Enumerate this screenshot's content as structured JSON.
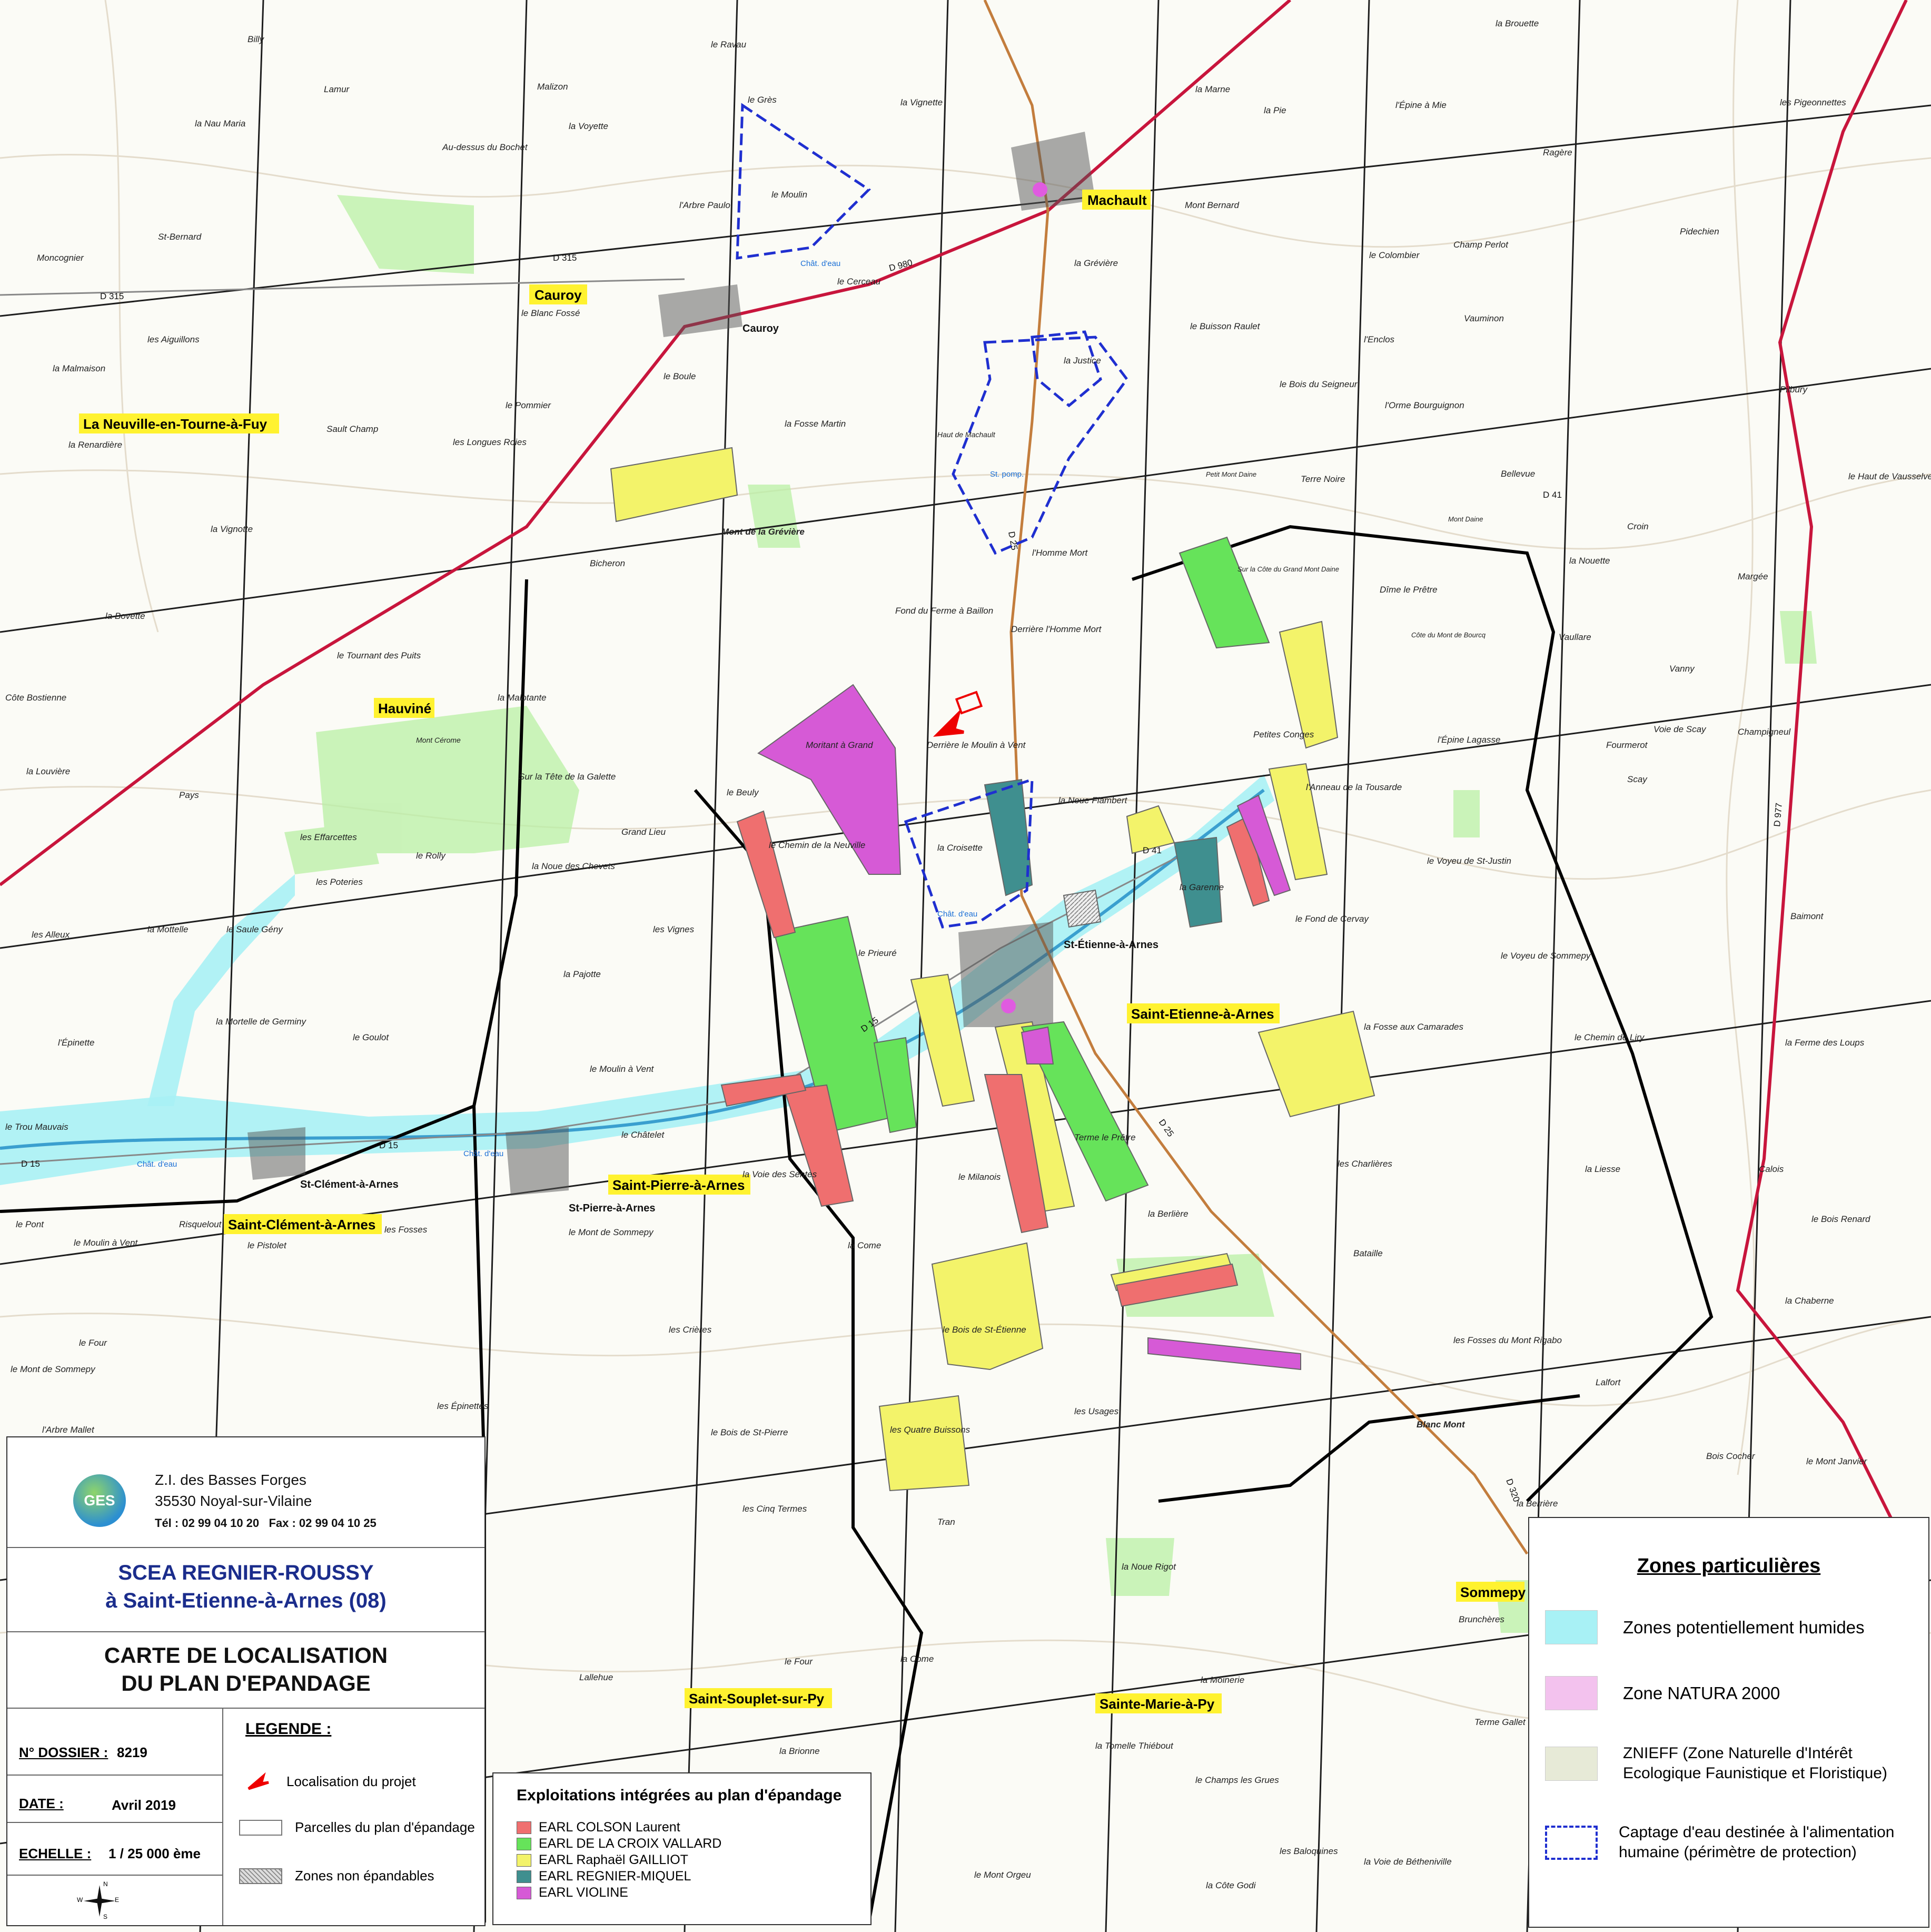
{
  "communes": [
    {
      "id": "machault",
      "label": "Machault"
    },
    {
      "id": "cauroy",
      "label": "Cauroy"
    },
    {
      "id": "neuville",
      "label": "La Neuville-en-Tourne-à-Fuy"
    },
    {
      "id": "hauvine",
      "label": "Hauviné"
    },
    {
      "id": "st-etienne",
      "label": "Saint-Etienne-à-Arnes"
    },
    {
      "id": "st-pierre",
      "label": "Saint-Pierre-à-Arnes"
    },
    {
      "id": "st-clement",
      "label": "Saint-Clément-à-Arnes"
    },
    {
      "id": "st-souplet",
      "label": "Saint-Souplet-sur-Py"
    },
    {
      "id": "ste-marie",
      "label": "Sainte-Marie-à-Py"
    },
    {
      "id": "sommepy",
      "label": "Sommepy"
    }
  ],
  "villages": {
    "cauroy": "Cauroy",
    "st_etienne": "St-Étienne-à-Arnes",
    "st_pierre": "St-Pierre-à-Arnes",
    "st_clement": "St-Clément-à-Arnes"
  },
  "places": {
    "derriere_moulin": "Derrière le Moulin à Vent",
    "le_prieure": "le Prieuré",
    "mont_greviere": "Mont de la Grévière",
    "le_moulin": "le Moulin",
    "la_vignette": "la Vignette",
    "la_justice": "la Justice",
    "homme_mort": "l'Homme Mort",
    "la_croisette": "la Croisette",
    "bois_st_etienne": "le Bois de St-Étienne",
    "quatre_buissons": "les Quatre Buissons",
    "terme_pretre": "Terme le Prêtre",
    "le_milanois": "le Milanois",
    "la_berlière": "la Berlière",
    "fosse_camarades": "la Fosse aux Camarades",
    "petites_conges": "Petites Conges",
    "anneau_tousarde": "l'Anneau de la Tousarde",
    "la_garenne": "la Garenne",
    "fond_cervay": "le Fond de Cervay",
    "moritant": "Moritant à Grand",
    "chemin_neuville": "le Chemin de la Neuville",
    "le_beuly": "le Beuly",
    "bicheron": "Bicheron",
    "grand_lieu": "Grand Lieu",
    "les_vignes": "les Vignes",
    "la_pajotte": "la Pajotte",
    "le_goulot": "le Goulot",
    "le_rolly": "le Rolly",
    "la_malotante": "la Malotante",
    "le_pommier": "le Pommier",
    "la_fosse_martin": "la Fosse Martin",
    "le_boule": "le Boule",
    "vauminon": "Vauminon",
    "champ_perlot": "Champ Perlot",
    "le_colombier": "le Colombier",
    "vanny": "Vanny",
    "vaullare": "Vaullare",
    "croin": "Croin",
    "calois": "Calois",
    "lafort": "Lalfort",
    "bataille": "Bataille",
    "les_charlieres": "les Charlières",
    "tran": "Tran",
    "la_come": "la Come",
    "le_four": "le Four",
    "la_moinerie": "la Moinerie",
    "la_noue_rigot": "la Noue Rigot",
    "bruncheres": "Brunchères",
    "terme_gallet": "Terme Gallet",
    "blanc_mont": "Blanc Mont",
    "la_berriere": "la Berrière",
    "le_pont": "le Pont",
    "pays": "Pays",
    "les_aiguillons": "les Aiguillons",
    "la_vignotte": "la Vignotte",
    "la_bovette": "la Bovette",
    "st_bernard": "St-Bernard",
    "moncognier": "Moncognier",
    "la_voyette": "la Voyette",
    "larbre_paulo": "l'Arbre Paulo",
    "le_cerceau": "le Cerceau",
    "le_blanc_fosse": "le Blanc Fossé",
    "les_epinettes": "les Épinettes",
    "les_crieres": "les Crières",
    "les_usages": "les Usages",
    "la_liesse": "la Liesse",
    "pidechien": "Pidechien",
    "lepine_lagasse": "l'Épine Lagasse",
    "champigneul": "Champigneul",
    "voie_de_scay": "Voie de Scay",
    "dime_le_pretre": "Dîme le Prêtre",
    "noue_flambert": "la Noue Flambert",
    "voyeu_st_justin": "le Voyeu de St-Justin",
    "voyeu_sommepy": "le Voyeu de Sommepy",
    "chemin_liry": "le Chemin de Liry",
    "lallonne": "Lallehue",
    "la_brionne": "la Brionne",
    "tomelle": "la Tomelle Thiébout",
    "champs_grues": "le Champs les Grues",
    "les_baloquines": "les Baloquines",
    "mont_orgeu": "le Mont Orgeu",
    "cote_godi": "la Côte Godi",
    "la_voie_bethenville": "la Voie de Bétheniville",
    "les_cinq_termes": "les Cinq Termes",
    "bois_st_pierre": "le Bois de St-Pierre",
    "mont_sommepy": "le Mont de Sommepy",
    "voie_sentes": "la Voie des Sentes",
    "le_moulin_vent": "le Moulin à Vent",
    "saule_geny": "le Saule Gény",
    "les_poteries": "les Poteries",
    "la_mortelle": "la Mortelle de Germiny",
    "la_mottelle": "la Mottelle",
    "les_alleux": "les Alleux",
    "lepinette": "l'Épinette",
    "le_trou_mauvais": "le Trou Mauvais",
    "risquelout": "Risquelout",
    "le_pistolet": "le Pistolet",
    "les_fosses": "les Fosses",
    "le_four_w": "le Four",
    "mont_de_sommepy_w": "le Mont de Sommepy",
    "larbre_mallet": "l'Arbre Mallet",
    "la_noue_des_chevets": "la Noue des Chevets",
    "le_moulin_a_vent_w": "le Moulin à Vent",
    "la_malmaison": "la Malmaison",
    "la_renardiere": "la Renardière",
    "sault_champ": "Sault Champ",
    "longues_roies": "les Longues Roies",
    "lamur": "Lamur",
    "malizon": "Malizon",
    "billy": "Billy",
    "nau_maria": "la Nau Maria",
    "au_dessus_bochet": "Au-dessus du Bochet",
    "le_ravau": "le Ravau",
    "le_gres": "le Grès",
    "la_marne": "la Marne",
    "la_pie": "la Pie",
    "lepine_a_mie": "l'Épine à Mie",
    "ragere": "Ragère",
    "la_brouette": "la Brouette",
    "les_pigeonnettes": "les Pigeonnettes",
    "mont_bernard": "Mont Bernard",
    "la_greviere": "la Grévière",
    "le_buisson_raulet": "le Buisson Raulet",
    "lenclos": "l'Enclos",
    "bois_du_seigneur": "le Bois du Seigneur",
    "lorme_bourguignon": "l'Orme Bourguignon",
    "terre_noire": "Terre Noire",
    "bellevue": "Bellevue",
    "la_nouette": "la Nouette",
    "margee": "Margée",
    "pilbury": "Pilbury",
    "le_haut_vausselve": "le Haut de Vausselve",
    "fourmerot": "Fourmerot",
    "scay": "Scay",
    "baimont": "Baimont",
    "la_ferme_loups": "la Ferme des Loups",
    "le_bois_renard": "le Bois Renard",
    "la_chaberne": "la Chaberne",
    "bois_cocher": "Bois Cocher",
    "le_mont_janvier": "le Mont Janvier",
    "fosses_mont_rigabo": "les Fosses du Mont Rigabo",
    "haut_machault": "Haut de Machault",
    "fond_ferme_baillon": "Fond du Ferme à Baillon",
    "derriere_homme_mort": "Derrière l'Homme Mort",
    "sur_la_cote_grand_mont_daine": "Sur la Côte du Grand Mont Daine",
    "petit_mont_daine": "Petit Mont Daine",
    "mont_daine": "Mont Daine",
    "cote_mont_bourcq": "Côte du Mont de Bourcq",
    "mont_cerome": "Mont Cérome",
    "sur_la_tete_galette": "Sur la Tête de la Galette",
    "les_effarcettes": "les Effarcettes",
    "le_tournant_puits": "le Tournant des Puits",
    "cote_bostienne": "Côte Bostienne",
    "la_louviere": "la Louvière",
    "la_come_2": "la Come",
    "le_chatelet": "le Châtelet"
  },
  "roads": {
    "d980": "D 980",
    "d315": "D 315",
    "d15": "D 15",
    "d41": "D 41",
    "d25": "D 25",
    "d977": "D 977",
    "d320": "D 320"
  },
  "water": {
    "chateau_eau": "Chât. d'eau",
    "st_pomp": "St. pomp."
  },
  "info": {
    "company_line1": "Z.I. des Basses Forges",
    "company_line2": "35530 Noyal-sur-Vilaine",
    "contact": "Tél : 02 99 04 10 20   Fax : 02 99 04 10 25",
    "logo_text": "GES",
    "client_line1": "SCEA REGNIER-ROUSSY",
    "client_line2": "à Saint-Etienne-à-Arnes (08)",
    "map_title_1": "CARTE DE LOCALISATION",
    "map_title_2": "DU PLAN D'EPANDAGE",
    "dossier_label": "N° DOSSIER :",
    "dossier_value": "8219",
    "date_label": "DATE :",
    "date_value": "Avril 2019",
    "scale_label": "ECHELLE :",
    "scale_value": "1 / 25 000 ème",
    "compass_n": "N",
    "compass_s": "S",
    "compass_e": "E",
    "compass_w": "W"
  },
  "legend": {
    "title": "LEGENDE :",
    "items": [
      {
        "label": "Localisation du projet"
      },
      {
        "label": "Parcelles du plan d'épandage"
      },
      {
        "label": "Zones non épandables"
      }
    ]
  },
  "exploitations": {
    "title": "Exploitations intégrées au plan d'épandage",
    "items": [
      {
        "label": "EARL COLSON Laurent",
        "color": "#ef6f6f"
      },
      {
        "label": "EARL DE LA CROIX VALLARD",
        "color": "#66e35a"
      },
      {
        "label": "EARL Raphaël GAILLIOT",
        "color": "#f3f36a"
      },
      {
        "label": "EARL REGNIER-MIQUEL",
        "color": "#3f8f8f"
      },
      {
        "label": "EARL VIOLINE",
        "color": "#d65ad6"
      }
    ]
  },
  "zones": {
    "title": "Zones particulières",
    "items": [
      {
        "label": "Zones potentiellement humides",
        "color": "#a8f1f5"
      },
      {
        "label": "Zone NATURA 2000",
        "color": "#f3c2ee"
      },
      {
        "label": "ZNIEFF (Zone Naturelle d'Intérêt",
        "label2": "Ecologique Faunistique et Floristique)",
        "color": "#e7ead7"
      },
      {
        "label": "Captage d'eau destinée à l'alimentation",
        "label2": "humaine (périmètre de protection)",
        "color": "#1f2fd0"
      }
    ]
  }
}
